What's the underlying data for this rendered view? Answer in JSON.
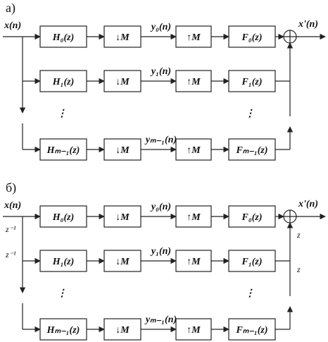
{
  "sections": [
    {
      "label": "а)",
      "input": "x(n)",
      "output": "x'(n)",
      "rows": [
        {
          "analysis": "H₀(z)",
          "down": "↓M",
          "signal": "y₀(n)",
          "up": "↑M",
          "synthesis": "F₀(z)"
        },
        {
          "analysis": "H₁(z)",
          "down": "↓M",
          "signal": "y₁(n)",
          "up": "↑M",
          "synthesis": "F₁(z)"
        },
        {
          "analysis": "Hₘ₋₁(z)",
          "down": "↓M",
          "signal": "yₘ₋₁(n)",
          "up": "↑M",
          "synthesis": "Fₘ₋₁(z)"
        }
      ],
      "dots": "⋮",
      "delays_left": [],
      "delays_right": []
    },
    {
      "label": "б)",
      "input": "x(n)",
      "output": "x'(n)",
      "rows": [
        {
          "analysis": "H₀(z)",
          "down": "↓M",
          "signal": "y₀(n)",
          "up": "↑M",
          "synthesis": "F₀(z)"
        },
        {
          "analysis": "H₁(z)",
          "down": "↓M",
          "signal": "y₁(n)",
          "up": "↑M",
          "synthesis": "F₁(z)"
        },
        {
          "analysis": "Hₘ₋₁(z)",
          "down": "↓M",
          "signal": "yₘ₋₁(n)",
          "up": "↑M",
          "synthesis": "Fₘ₋₁(z)"
        }
      ],
      "dots": "⋮",
      "delays_left": [
        "z⁻¹",
        "z⁻¹"
      ],
      "delays_right": [
        "z",
        "z"
      ]
    }
  ]
}
